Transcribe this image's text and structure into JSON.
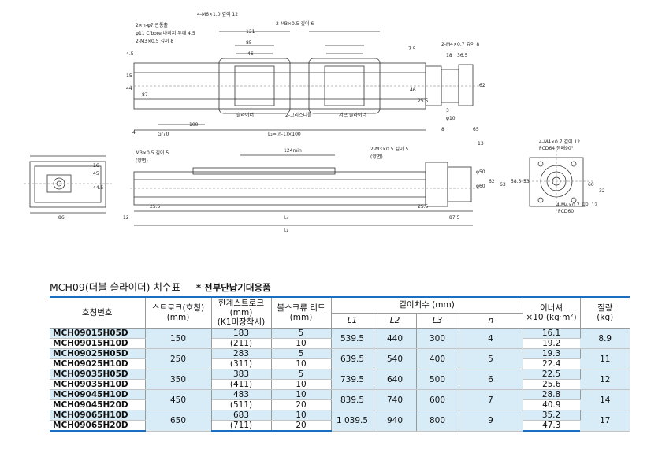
{
  "drawing": {
    "labels": [
      "2×n-φ7 관통홀",
      "φ11 C'bore 나비지 두께 4.5",
      "2-M3×0.5 깊이 8",
      "4-M6×1.0 깊이 12",
      "121",
      "85",
      "46",
      "2-M3×0.5 깊이 6",
      "7.5",
      "2-M4×0.7 깊이 8",
      "18",
      "36.5",
      "4.5",
      "15",
      "44",
      "62",
      "87",
      "46",
      "25.5",
      "슬라이더",
      "2-그리스니플",
      "서브 슬라이더",
      "4",
      "G/70",
      "100",
      "L₂=(n-1)×100",
      "φ10",
      "3",
      "8",
      "65",
      "13",
      "M3×0.5 깊이 5",
      "(양면)",
      "124min",
      "2-M3×0.5 깊이 5",
      "(양면)",
      "φ50",
      "φ60",
      "4-M4×0.7 깊이 12",
      "PCD64 등배90°",
      "4-M4×0.7 깊이 12",
      "PCD60",
      "62",
      "58.5",
      "53",
      "63",
      "86",
      "12",
      "25.5",
      "25.5",
      "L₃",
      "L₁",
      "87.5",
      "60",
      "32",
      "44.5",
      "45",
      "16"
    ]
  },
  "heading": {
    "title": "MCH09(더블 슬라이더) 치수표",
    "note": "* 전부단납기대응품"
  },
  "table": {
    "headers": {
      "model": "호칭번호",
      "stroke": "스트로크(호칭)\n(mm)",
      "limit": "한계스트로크(mm)\n(K1미장착시)",
      "lead": "볼스크류 리드\n(mm)",
      "length": "길이치수 (mm)",
      "inertia": "이너셔\n×10 (kg·m²)",
      "mass": "질량\n(kg)",
      "l1": "L1",
      "l2": "L2",
      "l3": "L3",
      "n": "n"
    },
    "groups": [
      {
        "models": [
          "MCH09015H05D",
          "MCH09015H10D"
        ],
        "stroke": "150",
        "limits": [
          "183",
          "(211)"
        ],
        "leads": [
          "5",
          "10"
        ],
        "l1": "539.5",
        "l2": "440",
        "l3": "300",
        "n": "4",
        "inertias": [
          "16.1",
          "19.2"
        ],
        "mass": "8.9"
      },
      {
        "models": [
          "MCH09025H05D",
          "MCH09025H10D"
        ],
        "stroke": "250",
        "limits": [
          "283",
          "(311)"
        ],
        "leads": [
          "5",
          "10"
        ],
        "l1": "639.5",
        "l2": "540",
        "l3": "400",
        "n": "5",
        "inertias": [
          "19.3",
          "22.4"
        ],
        "mass": "11"
      },
      {
        "models": [
          "MCH09035H05D",
          "MCH09035H10D"
        ],
        "stroke": "350",
        "limits": [
          "383",
          "(411)"
        ],
        "leads": [
          "5",
          "10"
        ],
        "l1": "739.5",
        "l2": "640",
        "l3": "500",
        "n": "6",
        "inertias": [
          "22.5",
          "25.6"
        ],
        "mass": "12"
      },
      {
        "models": [
          "MCH09045H10D",
          "MCH09045H20D"
        ],
        "stroke": "450",
        "limits": [
          "483",
          "(511)"
        ],
        "leads": [
          "10",
          "20"
        ],
        "l1": "839.5",
        "l2": "740",
        "l3": "600",
        "n": "7",
        "inertias": [
          "28.8",
          "40.9"
        ],
        "mass": "14"
      },
      {
        "models": [
          "MCH09065H10D",
          "MCH09065H20D"
        ],
        "stroke": "650",
        "limits": [
          "683",
          "(711)"
        ],
        "leads": [
          "10",
          "20"
        ],
        "l1": "1 039.5",
        "l2": "940",
        "l3": "800",
        "n": "9",
        "inertias": [
          "35.2",
          "47.3"
        ],
        "mass": "17"
      }
    ]
  }
}
